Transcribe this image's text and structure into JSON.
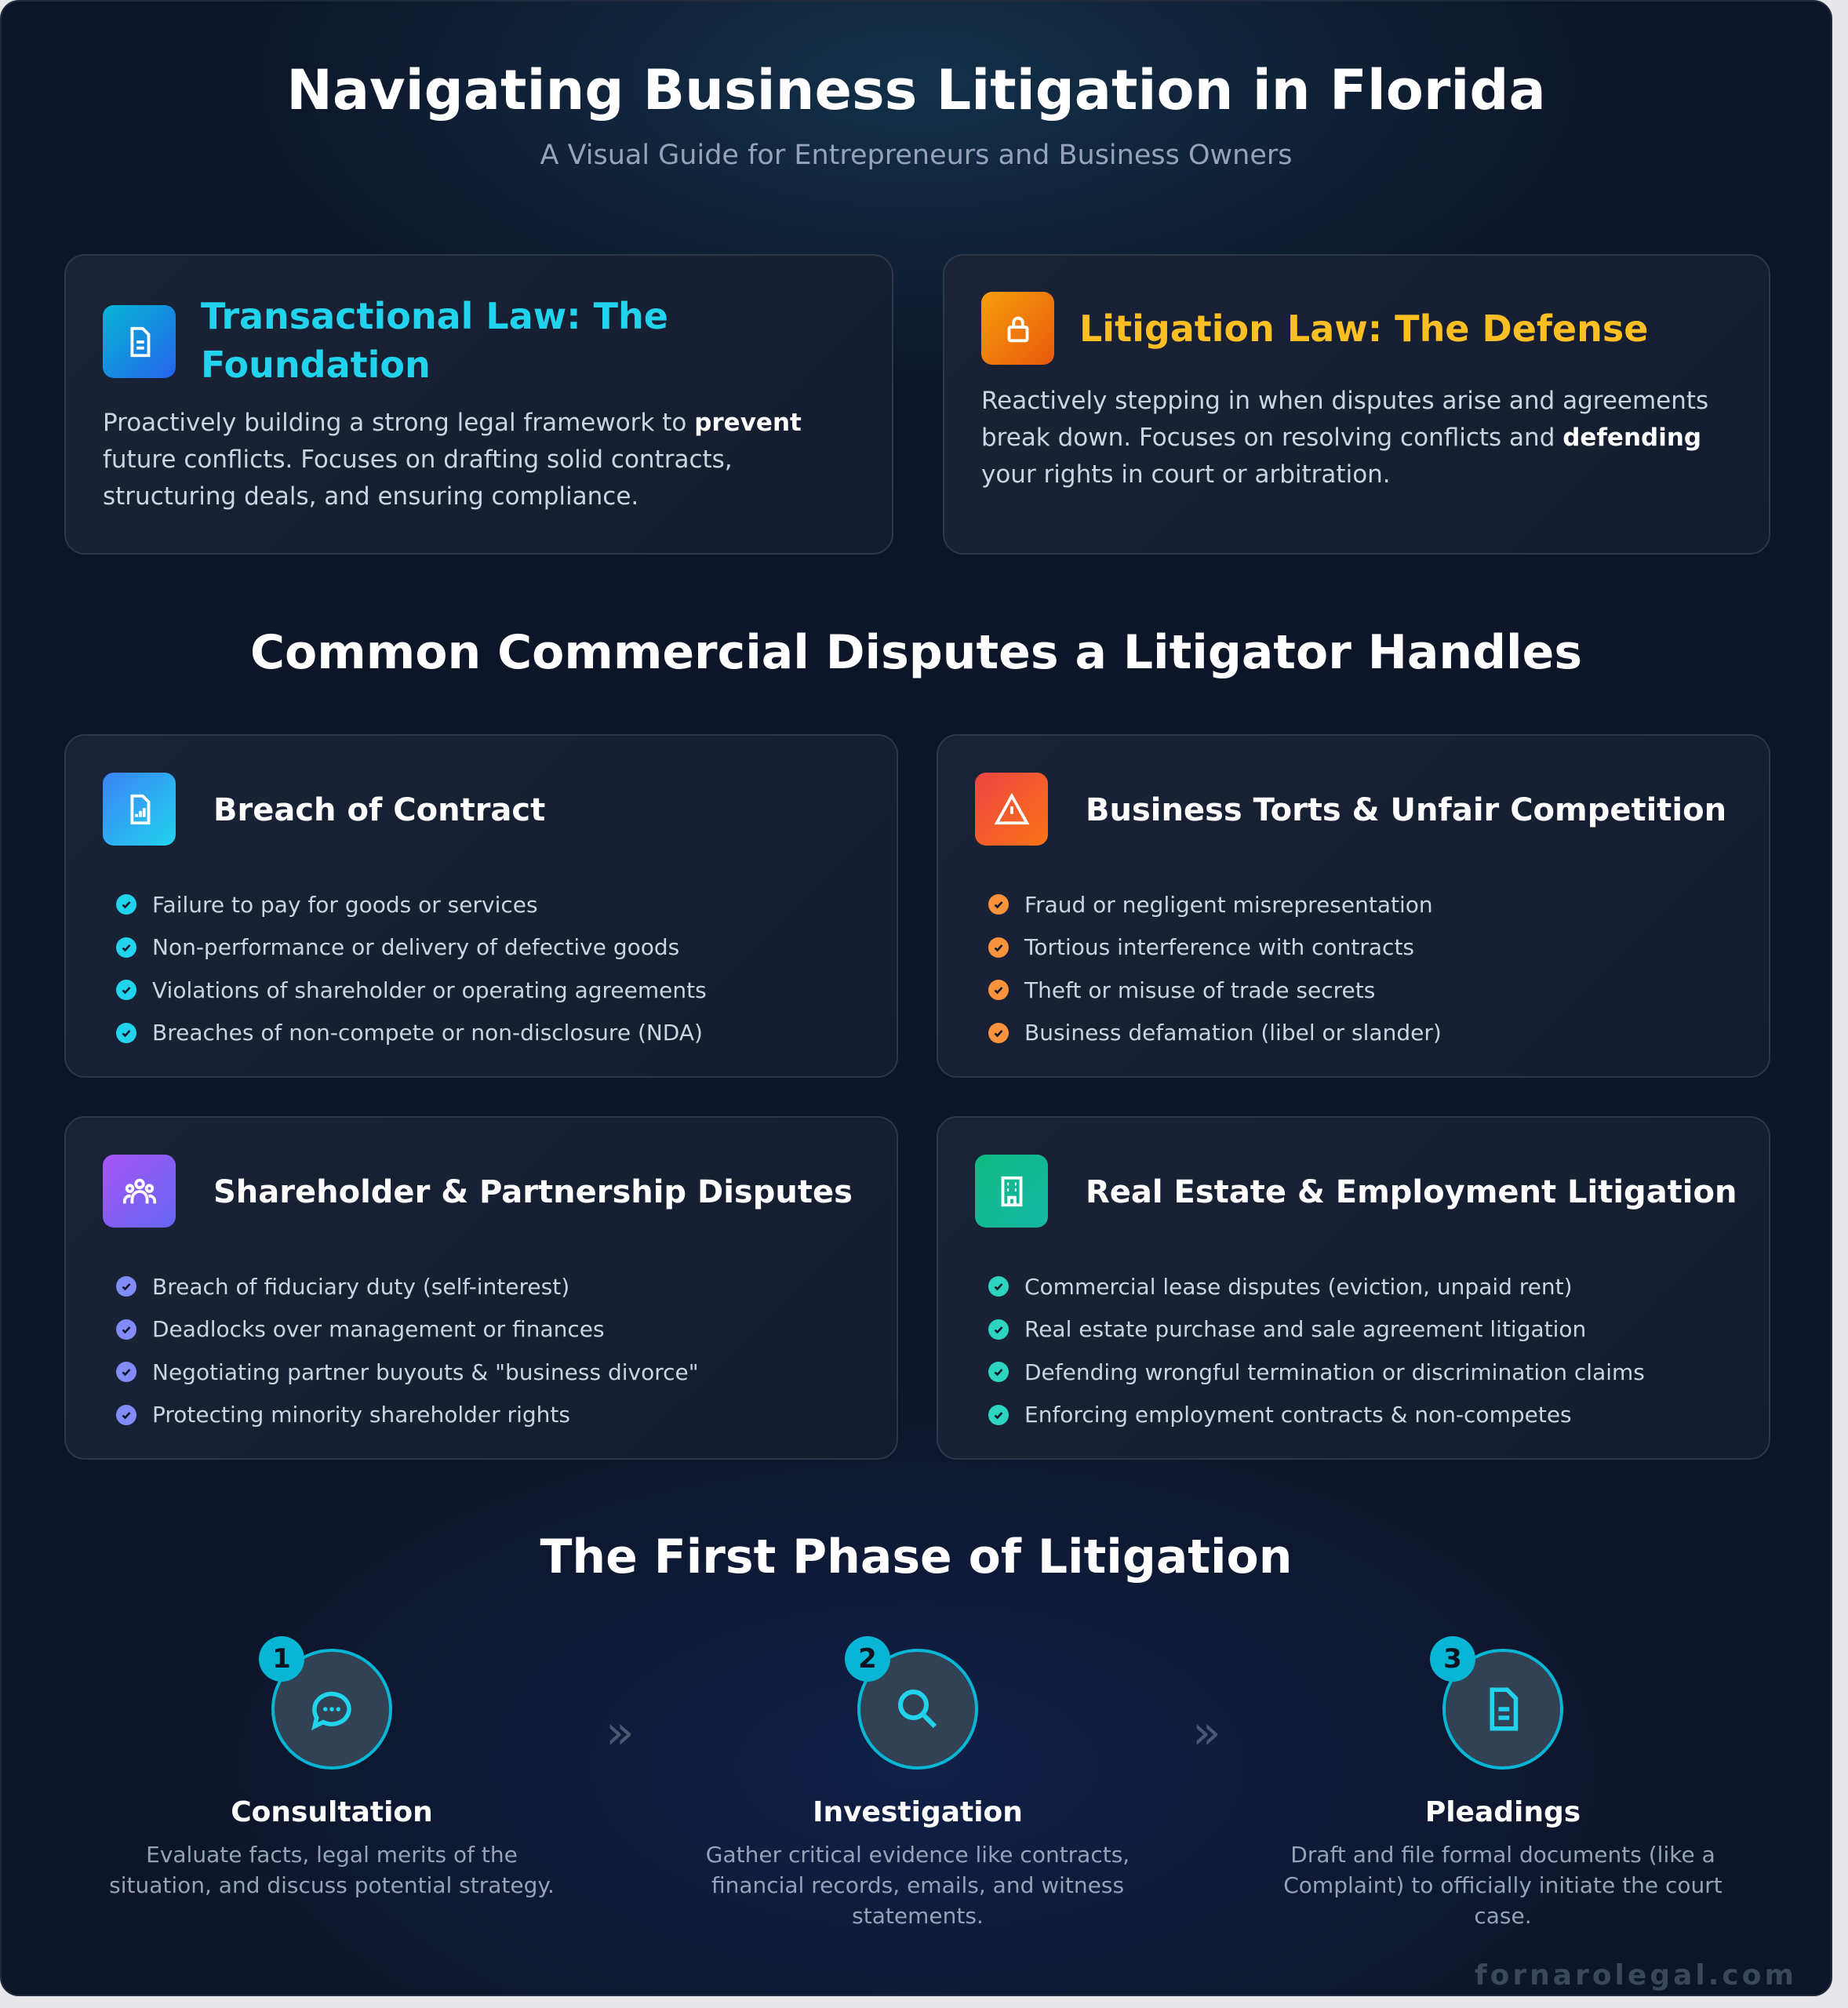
{
  "header": {
    "title": "Navigating Business Litigation in Florida",
    "subtitle": "A Visual Guide for Entrepreneurs and Business Owners"
  },
  "intro_cards": [
    {
      "icon": "document-icon",
      "title": "Transactional Law: The Foundation",
      "body_pre": "Proactively building a strong legal framework to ",
      "body_bold": "prevent",
      "body_post": " future conflicts. Focuses on drafting solid contracts, structuring deals, and ensuring compliance.",
      "color": "#22d3ee"
    },
    {
      "icon": "lock-icon",
      "title": "Litigation Law: The Defense",
      "body_pre": "Reactively stepping in when disputes arise and agreements break down. Focuses on resolving conflicts and ",
      "body_bold": "defending",
      "body_post": " your rights in court or arbitration.",
      "color": "#fbbf24"
    }
  ],
  "disputes": {
    "heading": "Common Commercial Disputes a Litigator Handles",
    "cards": [
      {
        "icon": "file-chart-icon",
        "title": "Breach of Contract",
        "check_color": "#22d3ee",
        "items": [
          "Failure to pay for goods or services",
          "Non-performance or delivery of defective goods",
          "Violations of shareholder or operating agreements",
          "Breaches of non-compete or non-disclosure (NDA)"
        ]
      },
      {
        "icon": "warning-icon",
        "title": "Business Torts & Unfair Competition",
        "check_color": "#fb923c",
        "items": [
          "Fraud or negligent misrepresentation",
          "Tortious interference with contracts",
          "Theft or misuse of trade secrets",
          "Business defamation (libel or slander)"
        ]
      },
      {
        "icon": "people-icon",
        "title": "Shareholder & Partnership Disputes",
        "check_color": "#818cf8",
        "items": [
          "Breach of fiduciary duty (self-interest)",
          "Deadlocks over management or finances",
          "Negotiating partner buyouts & \"business divorce\"",
          "Protecting minority shareholder rights"
        ]
      },
      {
        "icon": "building-icon",
        "title": "Real Estate & Employment Litigation",
        "check_color": "#2dd4bf",
        "items": [
          "Commercial lease disputes (eviction, unpaid rent)",
          "Real estate purchase and sale agreement litigation",
          "Defending wrongful termination or discrimination claims",
          "Enforcing employment contracts & non-competes"
        ]
      }
    ]
  },
  "phase": {
    "heading": "The First Phase of Litigation",
    "arrow": "»",
    "steps": [
      {
        "num": "1",
        "icon": "chat-icon",
        "title": "Consultation",
        "desc": "Evaluate facts, legal merits of the situation, and discuss potential strategy."
      },
      {
        "num": "2",
        "icon": "search-icon",
        "title": "Investigation",
        "desc": "Gather critical evidence like contracts, financial records, emails, and witness statements."
      },
      {
        "num": "3",
        "icon": "document-icon",
        "title": "Pleadings",
        "desc": "Draft and file formal documents (like a Complaint) to officially initiate the court case."
      }
    ]
  },
  "watermark": "fornarolegal.com"
}
